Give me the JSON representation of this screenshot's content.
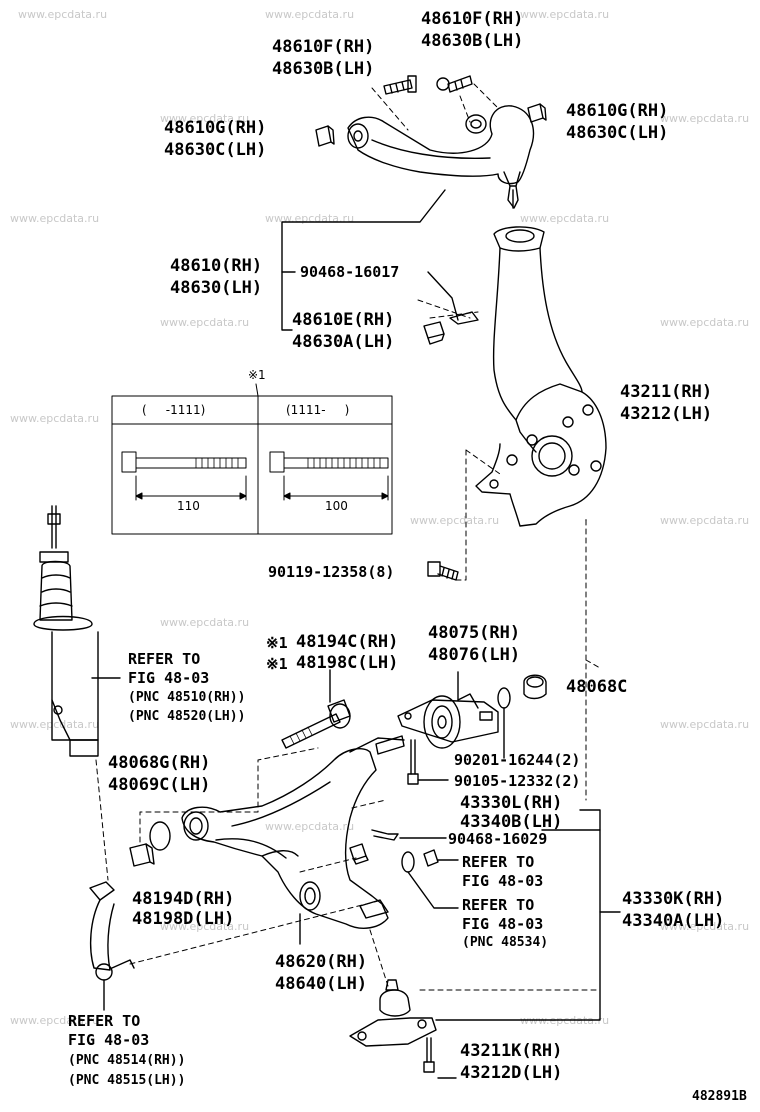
{
  "watermark": "www.epcdata.ru",
  "diagram_id": "482891B",
  "labels": {
    "bolt_top_right_rh": "48610F(RH)",
    "bolt_top_right_lh": "48630B(LH)",
    "bolt_top_left_rh": "48610F(RH)",
    "bolt_top_left_lh": "48630B(LH)",
    "nut_right_rh": "48610G(RH)",
    "nut_right_lh": "48630C(LH)",
    "nut_left_rh": "48610G(RH)",
    "nut_left_lh": "48630C(LH)",
    "upper_arm_rh": "48610(RH)",
    "upper_arm_lh": "48630(LH)",
    "bolt_90468_16017": "90468-16017",
    "ball_nut_rh": "48610E(RH)",
    "ball_nut_lh": "48630A(LH)",
    "knuckle_rh": "43211(RH)",
    "knuckle_lh": "43212(LH)",
    "bolt_90119": "90119-12358(8)",
    "cam_bolt_rh": "48194C(RH)",
    "cam_bolt_lh": "48198C(LH)",
    "bushing_rh": "48075(RH)",
    "bushing_lh": "48076(LH)",
    "nut_48068c": "48068C",
    "washer_90201": "90201-16244(2)",
    "bolt_90105": "90105-12332(2)",
    "nut_48068g_rh": "48068G(RH)",
    "nut_48069c_lh": "48069C(LH)",
    "ball_joint_rh": "43330L(RH)",
    "ball_joint_lh": "43340B(LH)",
    "bolt_90468_16029": "90468-16029",
    "washer_48194d_rh": "48194D(RH)",
    "washer_48198d_lh": "48198D(LH)",
    "lower_arm_rh": "48620(RH)",
    "lower_arm_lh": "48640(LH)",
    "ball_joint_assy_rh": "43330K(RH)",
    "ball_joint_assy_lh": "43340A(LH)",
    "ball_bolt_rh": "43211K(RH)",
    "ball_bolt_lh": "43212D(LH)",
    "ref_strut_1": "REFER TO",
    "ref_strut_2": "FIG 48-03",
    "ref_strut_pnc_rh": "(PNC 48510(RH))",
    "ref_strut_pnc_lh": "(PNC 48520(LH))",
    "ref_mid_1": "REFER TO",
    "ref_mid_2": "FIG 48-03",
    "ref_low_1": "REFER TO",
    "ref_low_2": "FIG 48-03",
    "ref_low_pnc": "(PNC 48534)",
    "ref_stab_1": "REFER TO",
    "ref_stab_2": "FIG 48-03",
    "ref_stab_pnc_rh": "(PNC 48514(RH))",
    "ref_stab_pnc_lh": "(PNC 48515(LH))",
    "note_mark_1": "※1",
    "note_mark_cam_rh": "※1",
    "note_mark_cam_lh": "※1"
  },
  "inset": {
    "col1_header": "(     -1111)",
    "col2_header": "(1111-     )",
    "col1_length": "110",
    "col2_length": "100"
  }
}
